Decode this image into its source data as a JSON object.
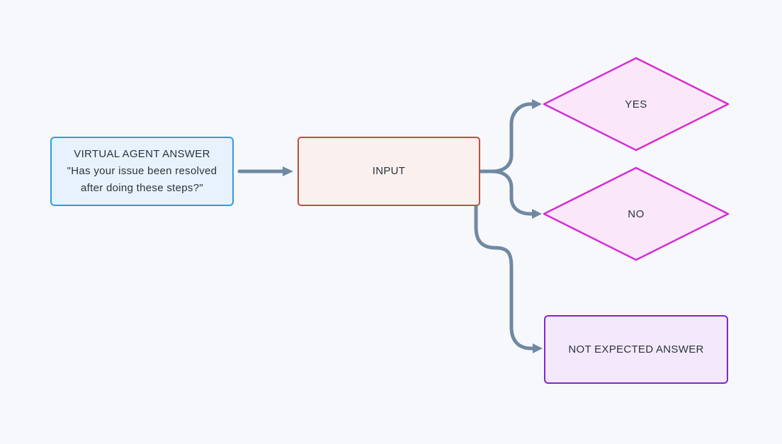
{
  "diagram": {
    "type": "flowchart",
    "background_color": "#f7f8fc",
    "connector_color": "#7089a2",
    "text_color": "#2a323e",
    "nodes": {
      "virtual_agent_answer": {
        "shape": "rectangle",
        "title": "VIRTUAL AGENT ANSWER",
        "quote_lines": [
          "\"Has your issue been resolved",
          "after doing these steps?\""
        ],
        "border_color": "#2e9ce4",
        "fill_color": "#e8f2fc"
      },
      "input": {
        "shape": "rectangle",
        "label": "INPUT",
        "border_color": "#bf4e44",
        "fill_color": "#faf0ee"
      },
      "yes": {
        "shape": "diamond",
        "label": "YES",
        "border_color": "#d32dd3",
        "fill_color": "#fae8fa"
      },
      "no": {
        "shape": "diamond",
        "label": "NO",
        "border_color": "#d32dd3",
        "fill_color": "#fae8fa"
      },
      "not_expected_answer": {
        "shape": "rectangle",
        "label": "NOT EXPECTED ANSWER",
        "border_color": "#7e28cc",
        "fill_color": "#f4e9fb"
      }
    },
    "edges": [
      {
        "from": "virtual_agent_answer",
        "to": "input"
      },
      {
        "from": "input",
        "to": "yes"
      },
      {
        "from": "input",
        "to": "no"
      },
      {
        "from": "input",
        "to": "not_expected_answer"
      }
    ]
  }
}
